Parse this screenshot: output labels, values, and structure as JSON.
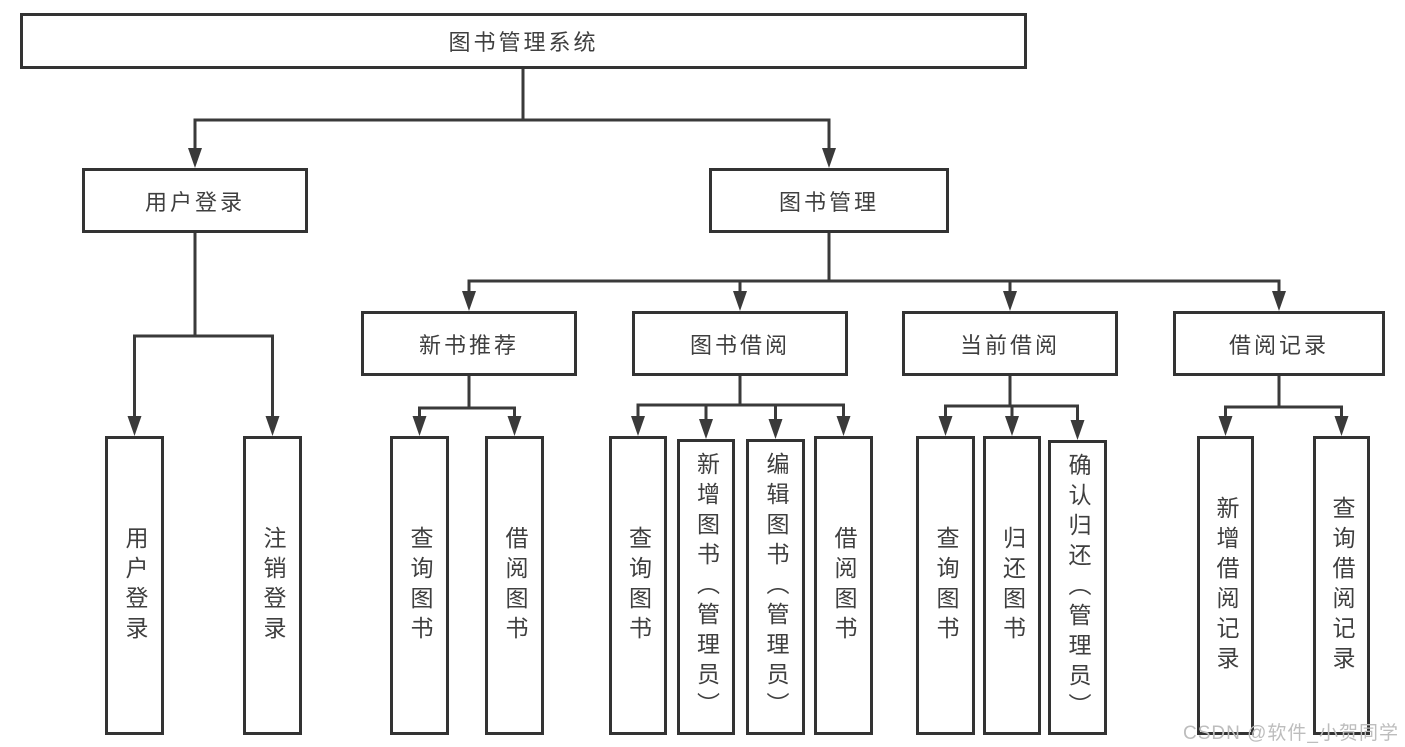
{
  "colors": {
    "line": "#3a3a3a",
    "box_border": "#333333",
    "box_background": "#ffffff",
    "text": "#3f3f3f",
    "watermark_text_color": "#bdbdbd"
  },
  "tree": {
    "root": {
      "label": "图书管理系统"
    },
    "branches": [
      {
        "label": "用户登录"
      },
      {
        "label": "图书管理"
      }
    ],
    "sections": [
      {
        "label": "新书推荐",
        "parent": "图书管理"
      },
      {
        "label": "图书借阅",
        "parent": "图书管理"
      },
      {
        "label": "当前借阅",
        "parent": "图书管理"
      },
      {
        "label": "借阅记录",
        "parent": "图书管理"
      }
    ],
    "leaves": [
      {
        "label": "用户登录",
        "parent": "用户登录"
      },
      {
        "label": "注销登录",
        "parent": "用户登录"
      },
      {
        "label": "查询图书",
        "parent": "新书推荐"
      },
      {
        "label": "借阅图书",
        "parent": "新书推荐"
      },
      {
        "label": "查询图书",
        "parent": "图书借阅"
      },
      {
        "label": "新增图书（管理员）",
        "parent": "图书借阅"
      },
      {
        "label": "编辑图书（管理员）",
        "parent": "图书借阅"
      },
      {
        "label": "借阅图书",
        "parent": "图书借阅"
      },
      {
        "label": "查询图书",
        "parent": "当前借阅"
      },
      {
        "label": "归还图书",
        "parent": "当前借阅"
      },
      {
        "label": "确认归还（管理员）",
        "parent": "当前借阅"
      },
      {
        "label": "新增借阅记录",
        "parent": "借阅记录"
      },
      {
        "label": "查询借阅记录",
        "parent": "借阅记录"
      }
    ]
  },
  "watermark": {
    "text": "CSDN @软件_小贺同学"
  }
}
